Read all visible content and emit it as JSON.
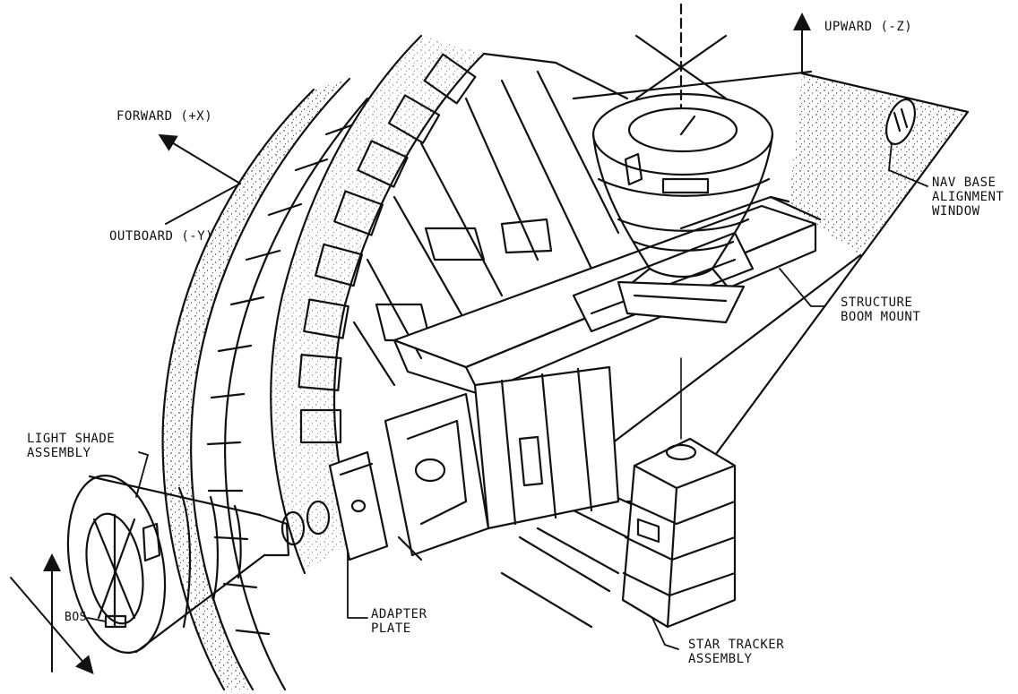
{
  "labels": {
    "upward": "UPWARD (-Z)",
    "forward": "FORWARD (+X)",
    "outboard": "OUTBOARD (-Y)",
    "nav_base": [
      "NAV BASE",
      "ALIGNMENT",
      "WINDOW"
    ],
    "structure": [
      "STRUCTURE",
      "BOOM MOUNT"
    ],
    "light_shade": [
      "LIGHT SHADE",
      "ASSEMBLY"
    ],
    "adapter_plate": [
      "ADAPTER",
      "PLATE"
    ],
    "star_tracker": [
      "STAR TRACKER",
      "ASSEMBLY"
    ],
    "bos": "BOS"
  },
  "colors": {
    "ink": "#111111",
    "paper": "#ffffff"
  }
}
